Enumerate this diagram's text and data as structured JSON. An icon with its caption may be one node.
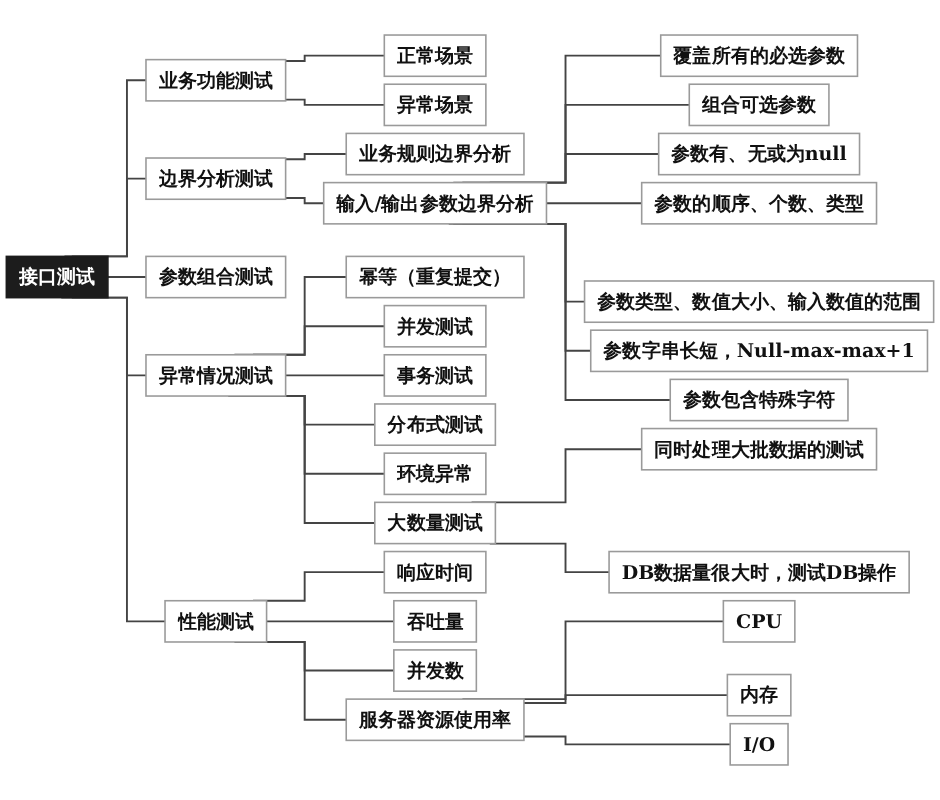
{
  "diagram": {
    "nodes": [
      {
        "text": [
          "接口测试"
        ]
      },
      {
        "text": [
          "业务功能测试"
        ]
      },
      {
        "text": [
          "正常场景"
        ]
      },
      {
        "text": [
          "异常场景"
        ]
      },
      {
        "text": [
          "边界分析测试"
        ]
      },
      {
        "text": [
          "业务规则边界分析"
        ]
      },
      {
        "text": [
          "输入/输出参数边界分析"
        ]
      },
      {
        "text": [
          "覆盖所有的必选参数"
        ]
      },
      {
        "text": [
          "组合可选参数"
        ]
      },
      {
        "text": [
          "参数有、无或为null"
        ]
      },
      {
        "text": [
          "参数的顺序、个数、类型"
        ]
      },
      {
        "text": [
          "参数类型、数值大小、输入数值的范围"
        ]
      },
      {
        "text": [
          "参数字串长短，Null-max-max+1"
        ]
      },
      {
        "text": [
          "参数包含特殊字符"
        ]
      },
      {
        "text": [
          "参数组合测试"
        ]
      },
      {
        "text": [
          "异常情况测试"
        ]
      },
      {
        "text": [
          "幂等（重复提交）"
        ]
      },
      {
        "text": [
          "并发测试"
        ]
      },
      {
        "text": [
          "事务测试"
        ]
      },
      {
        "text": [
          "分布式测试"
        ]
      },
      {
        "text": [
          "环境异常"
        ]
      },
      {
        "text": [
          "大数量测试"
        ]
      },
      {
        "text": [
          "同时处理大批数据的测试"
        ]
      },
      {
        "text": [
          "DB数据量很大时，测试DB操作"
        ]
      },
      {
        "text": [
          "性能测试"
        ]
      },
      {
        "text": [
          "响应时间"
        ]
      },
      {
        "text": [
          "吞吐量"
        ]
      },
      {
        "text": [
          "并发数"
        ]
      },
      {
        "text": [
          "服务器资源使用率"
        ]
      },
      {
        "text": [
          "CPU"
        ]
      },
      {
        "text": [
          "内存"
        ]
      },
      {
        "text": [
          "I/O"
        ]
      }
    ],
    "edges": [
      {
        "from": 0,
        "to": 1,
        "arrow": "none"
      },
      {
        "from": 1,
        "to": 2,
        "arrow": "none"
      },
      {
        "from": 1,
        "to": 3,
        "arrow": "none"
      },
      {
        "from": 0,
        "to": 4,
        "arrow": "none"
      },
      {
        "from": 4,
        "to": 5,
        "arrow": "none"
      },
      {
        "from": 4,
        "to": 6,
        "arrow": "none"
      },
      {
        "from": 6,
        "to": 7,
        "arrow": "none"
      },
      {
        "from": 6,
        "to": 8,
        "arrow": "none"
      },
      {
        "from": 6,
        "to": 9,
        "arrow": "none"
      },
      {
        "from": 6,
        "to": 10,
        "arrow": "none"
      },
      {
        "from": 6,
        "to": 11,
        "arrow": "none"
      },
      {
        "from": 6,
        "to": 12,
        "arrow": "none"
      },
      {
        "from": 6,
        "to": 13,
        "arrow": "none"
      },
      {
        "from": 0,
        "to": 14,
        "arrow": "none"
      },
      {
        "from": 0,
        "to": 15,
        "arrow": "none"
      },
      {
        "from": 15,
        "to": 16,
        "arrow": "none"
      },
      {
        "from": 15,
        "to": 17,
        "arrow": "none"
      },
      {
        "from": 15,
        "to": 18,
        "arrow": "none"
      },
      {
        "from": 15,
        "to": 19,
        "arrow": "none"
      },
      {
        "from": 15,
        "to": 20,
        "arrow": "none"
      },
      {
        "from": 15,
        "to": 21,
        "arrow": "none"
      },
      {
        "from": 21,
        "to": 22,
        "arrow": "none"
      },
      {
        "from": 21,
        "to": 23,
        "arrow": "none"
      },
      {
        "from": 0,
        "to": 24,
        "arrow": "none"
      },
      {
        "from": 24,
        "to": 25,
        "arrow": "none"
      },
      {
        "from": 24,
        "to": 26,
        "arrow": "none"
      },
      {
        "from": 24,
        "to": 27,
        "arrow": "none"
      },
      {
        "from": 24,
        "to": 28,
        "arrow": "none"
      },
      {
        "from": 28,
        "to": 29,
        "arrow": "none"
      },
      {
        "from": 28,
        "to": 30,
        "arrow": "none"
      },
      {
        "from": 28,
        "to": 31,
        "arrow": "none"
      }
    ]
  }
}
